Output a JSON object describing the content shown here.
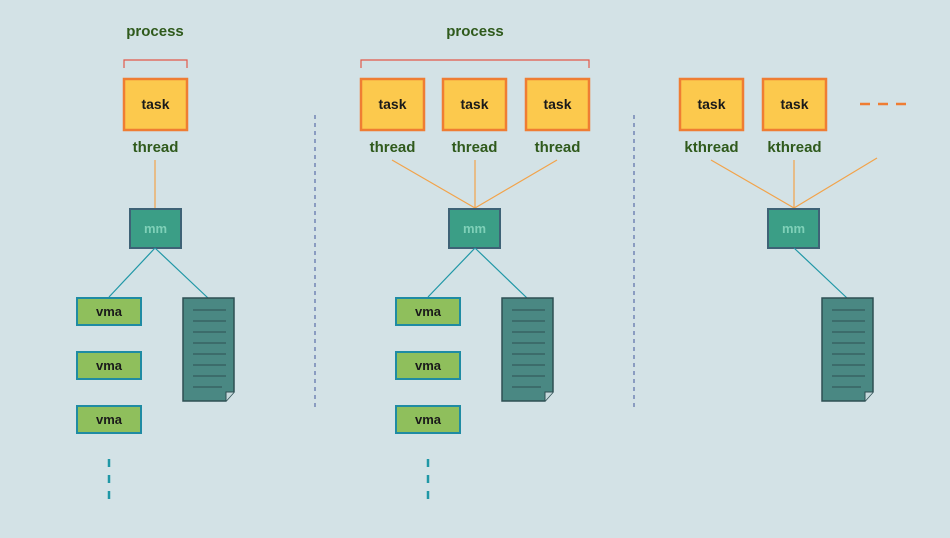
{
  "colors": {
    "background": "#d3e2e6",
    "task_fill": "#fcc94d",
    "task_border": "#ef7d33",
    "mm_fill": "#3b9e86",
    "mm_border": "#3e6276",
    "vma_fill": "#8fbf5c",
    "vma_border": "#1f8ba3",
    "page_table_fill": "#4a8883",
    "page_table_stroke": "#2e4f53",
    "task_link": "#f2a34a",
    "mm_link": "#1f97a6",
    "divider": "#5b6fa8",
    "bracket": "#e35a4a",
    "ellipsis_orange": "#ef7d33",
    "ellipsis_teal": "#1f97a6"
  },
  "diagram": {
    "panels": [
      {
        "process_label": "process",
        "tasks": [
          {
            "label": "task",
            "thread_label": "thread"
          }
        ],
        "mm_label": "mm",
        "vmas": [
          "vma",
          "vma",
          "vma"
        ],
        "has_more_vmas": true
      },
      {
        "process_label": "process",
        "tasks": [
          {
            "label": "task",
            "thread_label": "thread"
          },
          {
            "label": "task",
            "thread_label": "thread"
          },
          {
            "label": "task",
            "thread_label": "thread"
          }
        ],
        "mm_label": "mm",
        "vmas": [
          "vma",
          "vma",
          "vma"
        ],
        "has_more_vmas": true
      },
      {
        "process_label": "",
        "tasks": [
          {
            "label": "task",
            "thread_label": "kthread"
          },
          {
            "label": "task",
            "thread_label": "kthread"
          }
        ],
        "has_more_tasks": true,
        "mm_label": "mm",
        "vmas": []
      }
    ]
  }
}
